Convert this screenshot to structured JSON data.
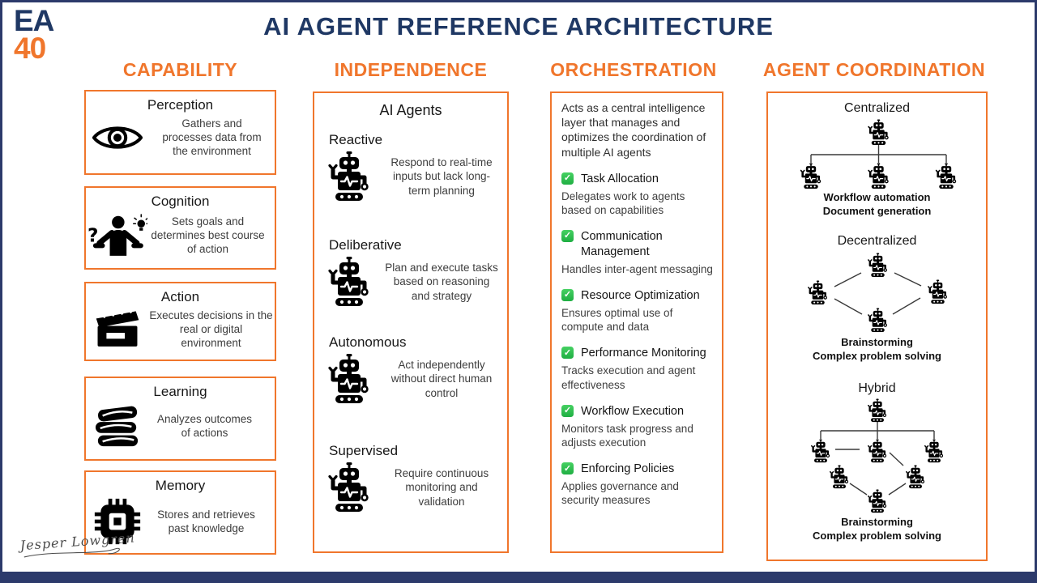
{
  "logo": {
    "line1": "EA",
    "line2": "40"
  },
  "title": "AI AGENT REFERENCE ARCHITECTURE",
  "signature": {
    "name": "Jesper Lowgren"
  },
  "colors": {
    "navy": "#1f3864",
    "orange": "#f0762c",
    "check_green": "#2dbe4e"
  },
  "columns": {
    "capability": {
      "header": "CAPABILITY",
      "cards": [
        {
          "icon": "eye-icon",
          "title": "Perception",
          "desc": "Gathers and processes data from the environment"
        },
        {
          "icon": "thinking-person-icon",
          "title": "Cognition",
          "desc": "Sets goals and determines best course of action"
        },
        {
          "icon": "clapperboard-icon",
          "title": "Action",
          "desc": "Executes decisions in the real or digital environment"
        },
        {
          "icon": "books-icon",
          "title": "Learning",
          "desc": "Analyzes outcomes of actions"
        },
        {
          "icon": "chip-icon",
          "title": "Memory",
          "desc": "Stores and retrieves past knowledge"
        }
      ]
    },
    "independence": {
      "header": "INDEPENDENCE",
      "box_title": "AI Agents",
      "types": [
        {
          "icon": "robot-icon",
          "title": "Reactive",
          "desc": "Respond to real-time inputs but lack long-term planning"
        },
        {
          "icon": "robot-icon",
          "title": "Deliberative",
          "desc": "Plan and execute tasks based on reasoning and strategy"
        },
        {
          "icon": "robot-icon",
          "title": "Autonomous",
          "desc": "Act independently without direct human control"
        },
        {
          "icon": "robot-icon",
          "title": "Supervised",
          "desc": "Require continuous monitoring and validation"
        }
      ]
    },
    "orchestration": {
      "header": "ORCHESTRATION",
      "intro": "Acts as a central intelligence layer that manages and optimizes the coordination of multiple AI agents",
      "items": [
        {
          "icon": "check-icon",
          "title": "Task Allocation",
          "desc": "Delegates work to agents based on capabilities"
        },
        {
          "icon": "check-icon",
          "title": "Communication Management",
          "desc": "Handles inter-agent messaging"
        },
        {
          "icon": "check-icon",
          "title": "Resource Optimization",
          "desc": "Ensures optimal use of compute and data"
        },
        {
          "icon": "check-icon",
          "title": "Performance Monitoring",
          "desc": "Tracks execution and agent effectiveness"
        },
        {
          "icon": "check-icon",
          "title": "Workflow Execution",
          "desc": "Monitors task progress and adjusts execution"
        },
        {
          "icon": "check-icon",
          "title": "Enforcing Policies",
          "desc": "Applies governance and security measures"
        }
      ]
    },
    "coordination": {
      "header": "AGENT COORDINATION",
      "modes": [
        {
          "title": "Centralized",
          "diagram": "tree-of-robots",
          "caption_line1": "Workflow automation",
          "caption_line2": "Document generation"
        },
        {
          "title": "Decentralized",
          "diagram": "diamond-of-robots",
          "caption_line1": "Brainstorming",
          "caption_line2": "Complex problem solving"
        },
        {
          "title": "Hybrid",
          "diagram": "tree-plus-mesh-of-robots",
          "caption_line1": "Brainstorming",
          "caption_line2": "Complex problem solving"
        }
      ]
    }
  }
}
